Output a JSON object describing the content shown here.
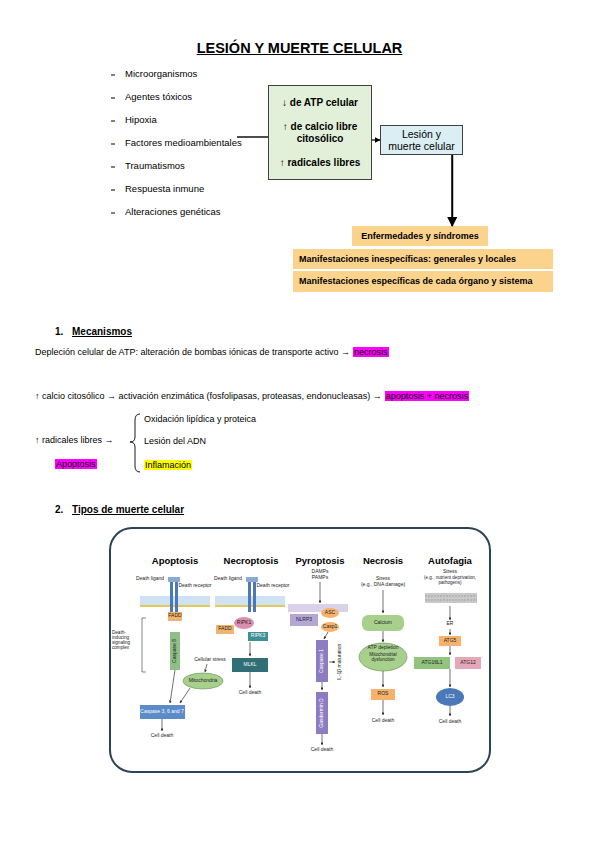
{
  "diagram": {
    "title": "LESIÓN Y MUERTE CELULAR",
    "nodes": [
      {
        "text": [
          "↓ de ATP celular",
          "↑ de calcio libre citosólico",
          "↑ radicales libres"
        ]
      },
      {
        "text": [
          "Lesión y muerte celular"
        ]
      },
      {
        "text": [
          "Enfermedades y síndromes"
        ]
      },
      {
        "text": [
          "Manifestaciones inespecíficas: generales y locales"
        ]
      },
      {
        "text": [
          "Manifestaciones específicas de cada órgano y sistema"
        ]
      }
    ],
    "edges": [
      {
        "from": 0,
        "to": 1,
        "arrow": "to"
      },
      {
        "from": 1,
        "to": 2,
        "arrow": "to"
      }
    ],
    "labels": [
      "Microorganismos",
      "Agentes tóxicos",
      "Hipoxia",
      "Factores medioambientales",
      "Traumatismos",
      "Respuesta inmune",
      "Alteraciones genéticas",
      "1.",
      "Mecanismos",
      "Depleción celular de ATP: alteración de bombas iónicas de transporte activo →",
      "necrosis",
      "↑ calcio citosólico → activación enzimática (fosfolipasas, proteasas, endonucleasas) →",
      "apoptosis + necrosis",
      "↑ radicales libres →",
      "Oxidación lipídica y proteica",
      "Lesión del ADN",
      "Inflamación",
      "Apoptosis",
      "2.",
      "Tipos de muerte celular",
      "Apoptosis",
      "Necroptosis",
      "Pyroptosis",
      "Necrosis",
      "Autofagia",
      "Death ligand",
      "Death receptor",
      "FADD",
      "Death-inducing signaling complex",
      "Caspase 8",
      "Cellular stress",
      "Mitochondria",
      "Caspase 3, 6 and 7",
      "Cell death",
      "Death ligand",
      "Death receptor",
      "FADD",
      "RIPK1",
      "RIPK3",
      "MLKL",
      "Cell death",
      "DAMPs",
      "PAMPs",
      "NLRP3",
      "ASC",
      "Casp1",
      "Caspase 1",
      "IL-1β maturation",
      "Gasdermin D",
      "Cell death",
      "Stress",
      "(e.g., DNA damage)",
      "Calcium",
      "ATP depletion",
      "Mitochondrial dysfunction",
      "ROS",
      "Cell death",
      "Stress",
      "(e.g., nutrient deprivation, pathogens)",
      "ER",
      "ATG5",
      "ATG16L1",
      "ATG12",
      "LC3",
      "Cell death"
    ]
  }
}
